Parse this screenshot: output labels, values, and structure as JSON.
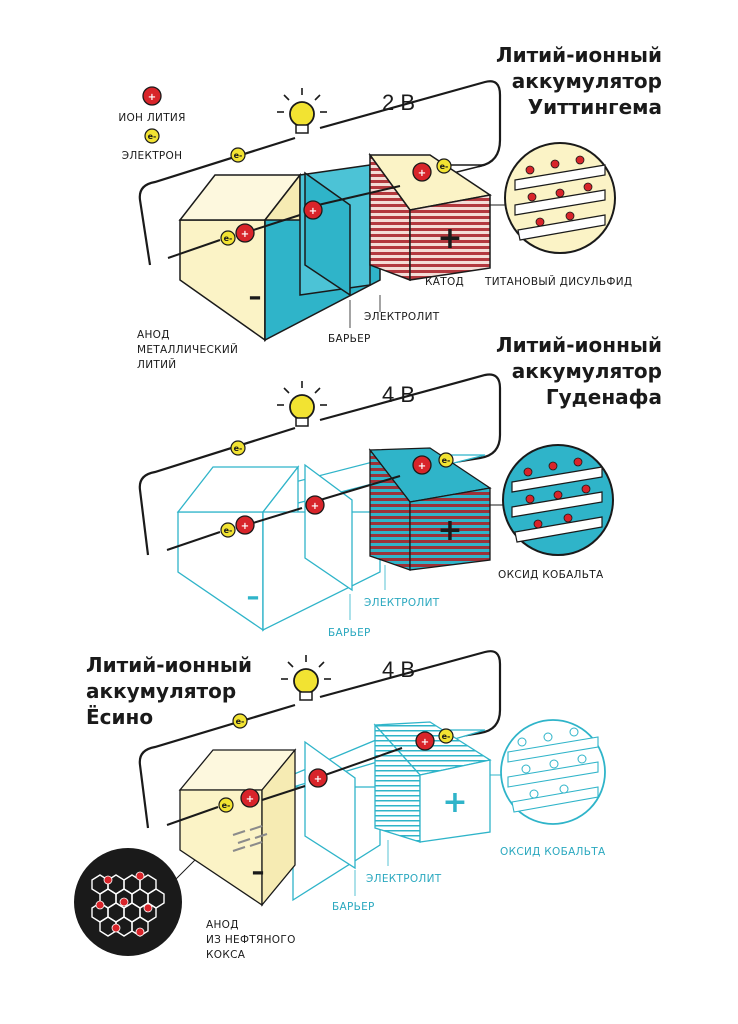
{
  "legend": {
    "ion_label": "ИОН ЛИТИЯ",
    "electron_label": "ЭЛЕКТРОН"
  },
  "symbols": {
    "electron": "e-",
    "ion": "+",
    "plus": "+",
    "minus": "–"
  },
  "colors": {
    "cyan": "#2fb4c9",
    "cream": "#fbf3c6",
    "red": "#d8242a",
    "yellow": "#f2e332",
    "stripe_red": "#b3383e",
    "ink": "#1a1a1a"
  },
  "batteries": [
    {
      "title_lines": [
        "Литий-ионный",
        "аккумулятор",
        "Уиттингема"
      ],
      "voltage": "2 В",
      "anode_label_lines": [
        "АНОД",
        "МЕТАЛЛИЧЕСКИЙ",
        "ЛИТИЙ"
      ],
      "barrier_label": "БАРЬЕР",
      "electrolyte_label": "ЭЛЕКТРОЛИТ",
      "cathode_label": "КАТОД",
      "material_label": "ТИТАНОВЫЙ ДИСУЛЬФИД"
    },
    {
      "title_lines": [
        "Литий-ионный",
        "аккумулятор",
        "Гуденафа"
      ],
      "voltage": "4 В",
      "barrier_label": "БАРЬЕР",
      "electrolyte_label": "ЭЛЕКТРОЛИТ",
      "material_label": "ОКСИД КОБАЛЬТА"
    },
    {
      "title_lines": [
        "Литий-ионный",
        "аккумулятор",
        "Ёсино"
      ],
      "voltage": "4 В",
      "anode_label_lines": [
        "АНОД",
        "ИЗ НЕФТЯНОГО",
        "КОКСА"
      ],
      "barrier_label": "БАРЬЕР",
      "electrolyte_label": "ЭЛЕКТРОЛИТ",
      "material_label": "ОКСИД КОБАЛЬТА"
    }
  ]
}
